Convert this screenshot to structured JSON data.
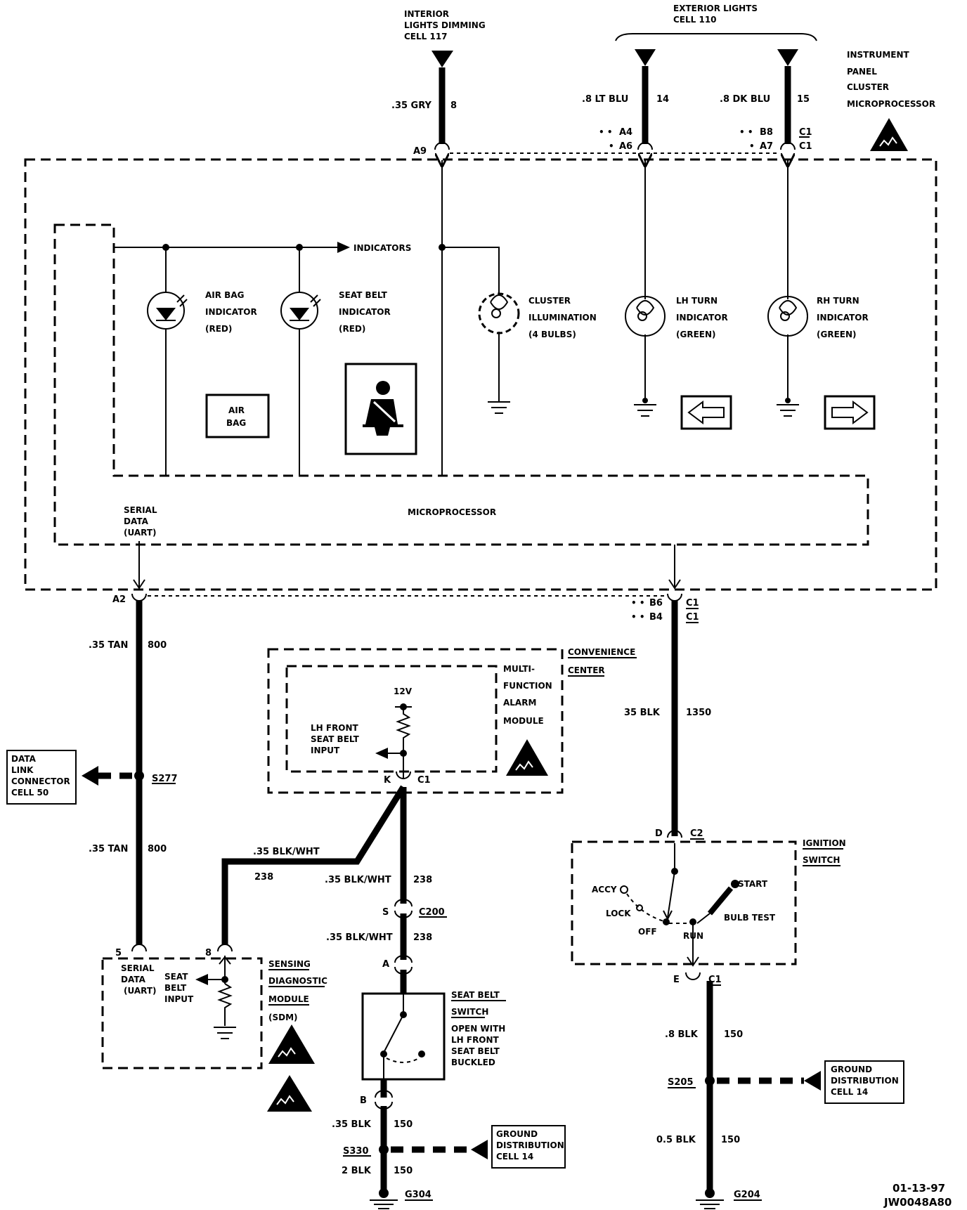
{
  "refs": {
    "interior_dimming": [
      "INTERIOR",
      "LIGHTS DIMMING",
      "CELL 117"
    ],
    "exterior_lights": [
      "EXTERIOR LIGHTS",
      "CELL 110"
    ],
    "data_link": [
      "DATA",
      "LINK",
      "CONNECTOR",
      "CELL 50"
    ],
    "ground_dist_1": [
      "GROUND",
      "DISTRIBUTION",
      "CELL 14"
    ],
    "ground_dist_2": [
      "GROUND",
      "DISTRIBUTION",
      "CELL 14"
    ]
  },
  "modules": {
    "ipc": [
      "INSTRUMENT",
      "PANEL",
      "CLUSTER",
      "MICROPROCESSOR"
    ],
    "microprocessor": "MICROPROCESSOR",
    "convenience": [
      "CONVENIENCE",
      "CENTER"
    ],
    "mfam": [
      "MULTI-",
      "FUNCTION",
      "ALARM",
      "MODULE"
    ],
    "ignition": [
      "IGNITION",
      "SWITCH"
    ],
    "sdm": [
      "SENSING",
      "DIAGNOSTIC",
      "MODULE",
      "(SDM)"
    ],
    "seatbelt_switch": [
      "SEAT BELT",
      "SWITCH"
    ],
    "seatbelt_switch_note": [
      "OPEN WITH",
      "LH FRONT",
      "SEAT BELT",
      "BUCKLED"
    ]
  },
  "indicators": {
    "indicators_label": "INDICATORS",
    "airbag": [
      "AIR BAG",
      "INDICATOR",
      "(RED)"
    ],
    "seatbelt": [
      "SEAT BELT",
      "INDICATOR",
      "(RED)"
    ],
    "cluster": [
      "CLUSTER",
      "ILLUMINATION",
      "(4 BULBS)"
    ],
    "lh_turn": [
      "LH TURN",
      "INDICATOR",
      "(GREEN)"
    ],
    "rh_turn": [
      "RH TURN",
      "INDICATOR",
      "(GREEN)"
    ],
    "airbag_icon": [
      "AIR",
      "BAG"
    ]
  },
  "wires": {
    "w8": {
      "gauge": ".35 GRY",
      "circuit": "8"
    },
    "w14": {
      "gauge": ".8 LT BLU",
      "circuit": "14"
    },
    "w15": {
      "gauge": ".8 DK BLU",
      "circuit": "15"
    },
    "w800a": {
      "gauge": ".35 TAN",
      "circuit": "800"
    },
    "w800b": {
      "gauge": ".35 TAN",
      "circuit": "800"
    },
    "w1350": {
      "gauge": "35 BLK",
      "circuit": "1350"
    },
    "w238a": {
      "gauge": ".35 BLK/WHT",
      "circuit": "238"
    },
    "w238b": {
      "gauge": ".35 BLK/WHT",
      "circuit": "238"
    },
    "w238c": {
      "gauge": ".35 BLK/WHT",
      "circuit": "238"
    },
    "w150a": {
      "gauge": ".35 BLK",
      "circuit": "150"
    },
    "w150b": {
      "gauge": "2 BLK",
      "circuit": "150"
    },
    "w150c": {
      "gauge": ".8 BLK",
      "circuit": "150"
    },
    "w150d": {
      "gauge": "0.5 BLK",
      "circuit": "150"
    }
  },
  "pins": {
    "a9": "A9",
    "a4": "A4",
    "a6": "A6",
    "b8": "B8",
    "a7": "A7",
    "c1a": "C1",
    "c1b": "C1",
    "a2": "A2",
    "b6": "B6",
    "b4": "B4",
    "c1c": "C1",
    "c1d": "C1",
    "k": "K",
    "c1e": "C1",
    "d": "D",
    "c2": "C2",
    "e": "E",
    "c1f": "C1",
    "s": "S",
    "c200": "C200",
    "a": "A",
    "b": "B",
    "pin5": "5",
    "pin8": "8"
  },
  "splices": {
    "s277": "S277",
    "s330": "S330",
    "s205": "S205"
  },
  "grounds": {
    "g304": "G304",
    "g204": "G204"
  },
  "labels": {
    "serial_data": [
      "SERIAL",
      "DATA",
      "(UART)"
    ],
    "lh_front": [
      "LH FRONT",
      "SEAT BELT",
      "INPUT"
    ],
    "v12": "12V",
    "sdm_serial": [
      "SERIAL",
      "DATA",
      "(UART)"
    ],
    "sdm_seat": [
      "SEAT",
      "BELT",
      "INPUT"
    ],
    "accy": "ACCY",
    "lock": "LOCK",
    "off": "OFF",
    "run": "RUN",
    "start": "START",
    "bulb_test": "BULB TEST"
  },
  "footer": {
    "date": "01-13-97",
    "code": "JW0048A80"
  }
}
